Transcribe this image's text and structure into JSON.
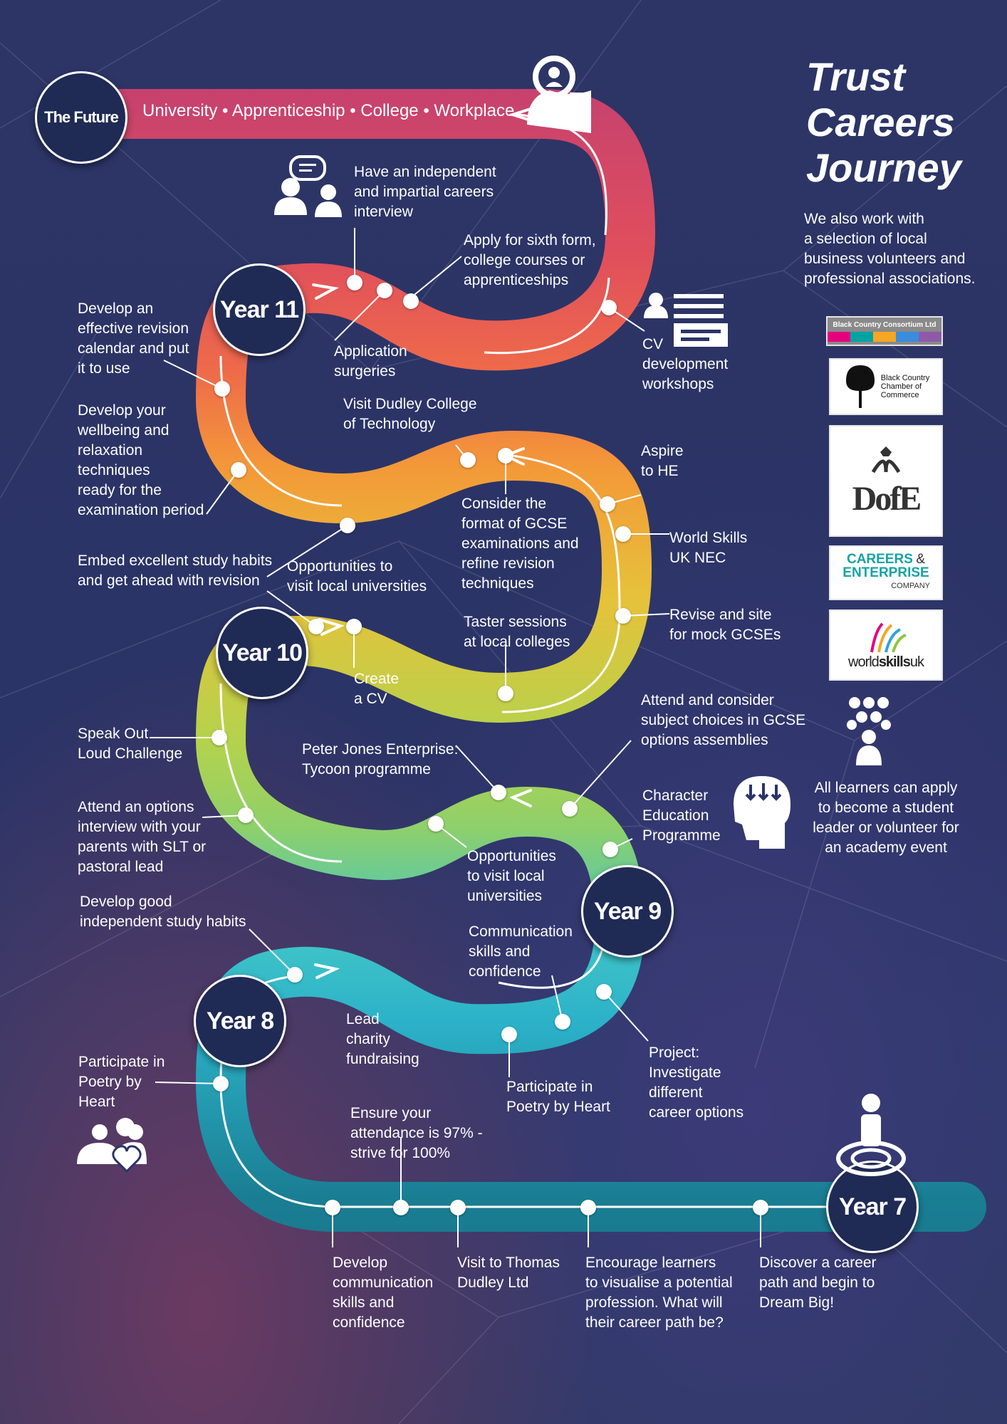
{
  "title": "Trust\nCareers\nJourney",
  "intro": "We also work with\na selection of local\nbusiness volunteers and\nprofessional associations.",
  "learners_note": "All learners can apply\nto become a student\nleader or volunteer for\nan academy event",
  "future": {
    "badge": "The Future",
    "options": "University • Apprenticeship • College • Workplace"
  },
  "years": {
    "y7": "Year 7",
    "y8": "Year 8",
    "y9": "Year 9",
    "y10": "Year 10",
    "y11": "Year 11"
  },
  "milestones": {
    "careers_interview": "Have an independent\nand impartial careers\ninterview",
    "apply_sixth_form": "Apply for sixth form,\ncollege courses or\napprenticeships",
    "application_surgeries": "Application\nsurgeries",
    "cv_workshops": "CV\ndevelopment\nworkshops",
    "revision_calendar": "Develop an\neffective revision\ncalendar and put\nit to use",
    "wellbeing": "Develop your\nwellbeing and\nrelaxation\ntechniques\nready for the\nexamination period",
    "visit_dudley": "Visit Dudley College\nof Technology",
    "gcse_format": "Consider the\nformat of GCSE\nexaminations and\nrefine revision\ntechniques",
    "aspire_he": "Aspire\nto HE",
    "world_skills": "World Skills\nUK NEC",
    "visit_universities_10": "Opportunities to\nvisit local universities",
    "study_habits_10": "Embed excellent study habits\nand get ahead with revision",
    "mock_gcse": "Revise and site\nfor mock GCSEs",
    "taster_sessions": "Taster sessions\nat local colleges",
    "create_cv": "Create\na CV",
    "options_assemblies": "Attend and consider\nsubject choices in GCSE\noptions assemblies",
    "speak_out": "Speak Out\nLoud Challenge",
    "peter_jones": "Peter Jones Enterprise:\nTycoon programme",
    "character_education": "Character\nEducation\nProgramme",
    "options_interview": "Attend an options\ninterview with your\nparents with SLT or\npastoral lead",
    "visit_universities_9": "Opportunities\nto visit local\nuniversities",
    "study_habits_8": "Develop good\nindependent study habits",
    "communication_8": "Communication\nskills and\nconfidence",
    "charity": "Lead\ncharity\nfundraising",
    "poetry_left": "Participate in\nPoetry by\nHeart",
    "poetry_right": "Participate in\nPoetry by Heart",
    "project": "Project:\nInvestigate\ndifferent\ncareer options",
    "attendance": "Ensure your\nattendance is 97% -\nstrive for 100%",
    "develop_communication": "Develop\ncommunication\nskills and\nconfidence",
    "thomas_dudley": "Visit to Thomas\nDudley Ltd",
    "visualise": "Encourage learners\nto visualise a potential\nprofession. What will\ntheir career path be?",
    "discover_career": "Discover a career\npath and begin to\nDream Big!"
  },
  "logos": {
    "bcc_ltd": "Black Country Consortium Ltd",
    "chamber": "Black Country\nChamber of\nCommerce",
    "dofe": "DofE",
    "cec_careers": "CAREERS",
    "cec_amp": "&",
    "cec_enterprise": "ENTERPRISE",
    "cec_company": "COMPANY",
    "worldskills_a": "world",
    "worldskills_b": "skills",
    "worldskills_c": "uk"
  },
  "icons": [
    "person-search-icon",
    "chat-people-icon",
    "cv-document-icon",
    "head-thought-icon",
    "group-people-icon",
    "family-heart-icon",
    "person-target-icon",
    "arrow-icon"
  ]
}
